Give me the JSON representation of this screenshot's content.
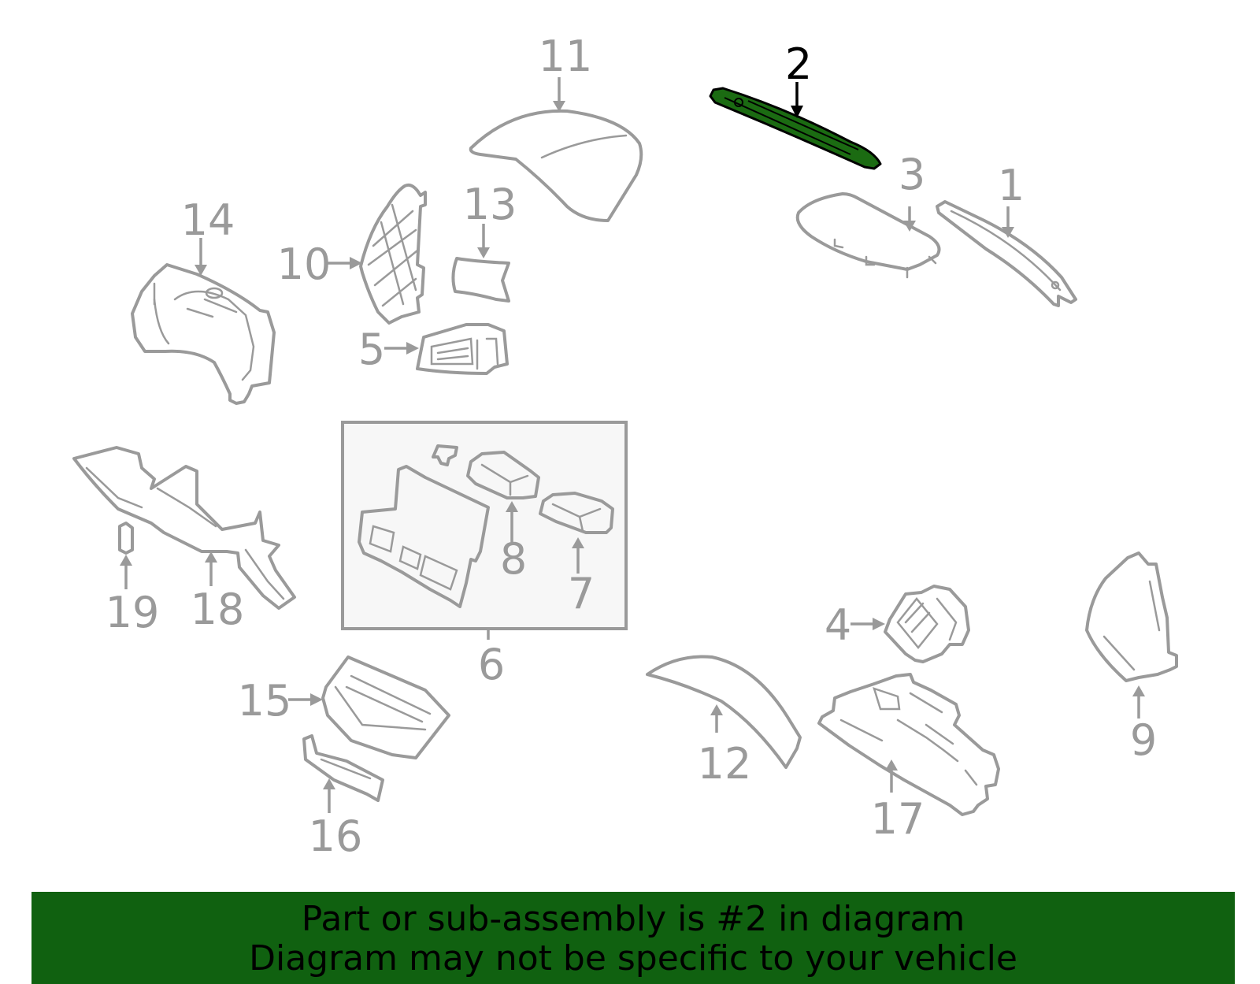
{
  "callouts": {
    "c1": "1",
    "c2": "2",
    "c3": "3",
    "c4": "4",
    "c5": "5",
    "c6": "6",
    "c7": "7",
    "c8": "8",
    "c9": "9",
    "c10": "10",
    "c11": "11",
    "c12": "12",
    "c13": "13",
    "c14": "14",
    "c15": "15",
    "c16": "16",
    "c17": "17",
    "c18": "18",
    "c19": "19"
  },
  "highlight": {
    "part": "2",
    "color": "#1b6b12"
  },
  "banner": {
    "line1": "Part or sub-assembly is #2 in diagram",
    "line2": "Diagram may not be specific to your vehicle",
    "background": "#106110"
  }
}
